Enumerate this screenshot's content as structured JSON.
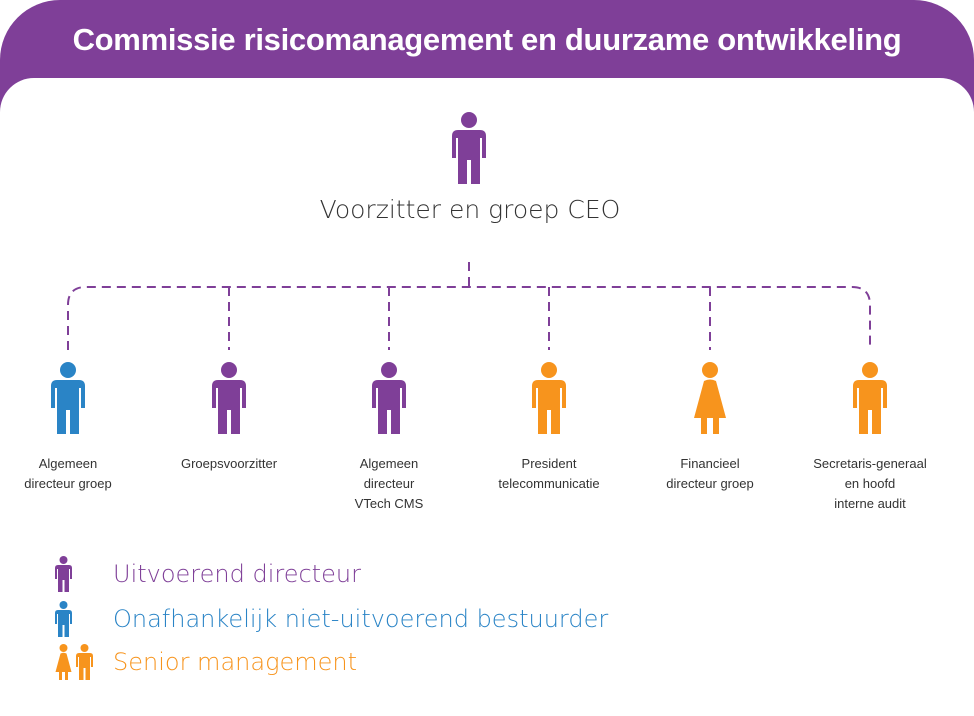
{
  "title": "Commissie risicomanagement en duurzame ontwikkeling",
  "colors": {
    "executive": "#7f3f98",
    "independent": "#2a84c6",
    "senior": "#f7941d",
    "header": "#7f3f98"
  },
  "ceo": {
    "label": "Voorzitter en groep CEO",
    "role": "executive",
    "icon": "male-person-icon"
  },
  "members": [
    {
      "label": "Algemeen\ndirecteur groep",
      "role": "independent",
      "icon": "male-person-icon"
    },
    {
      "label": "Groepsvoorzitter",
      "role": "executive",
      "icon": "male-person-icon"
    },
    {
      "label": "Algemeen\ndirecteur\nVTech CMS",
      "role": "executive",
      "icon": "male-person-icon"
    },
    {
      "label": "President\ntelecommunicatie",
      "role": "senior",
      "icon": "male-person-icon"
    },
    {
      "label": "Financieel\ndirecteur groep",
      "role": "senior",
      "icon": "female-person-icon"
    },
    {
      "label": "Secretaris-generaal\nen hoofd\ninterne audit",
      "role": "senior",
      "icon": "male-person-icon"
    }
  ],
  "legend": [
    {
      "label": "Uitvoerend directeur",
      "role": "executive"
    },
    {
      "label": "Onafhankelijk niet-uitvoerend bestuurder",
      "role": "independent"
    },
    {
      "label": "Senior management",
      "role": "senior"
    }
  ]
}
